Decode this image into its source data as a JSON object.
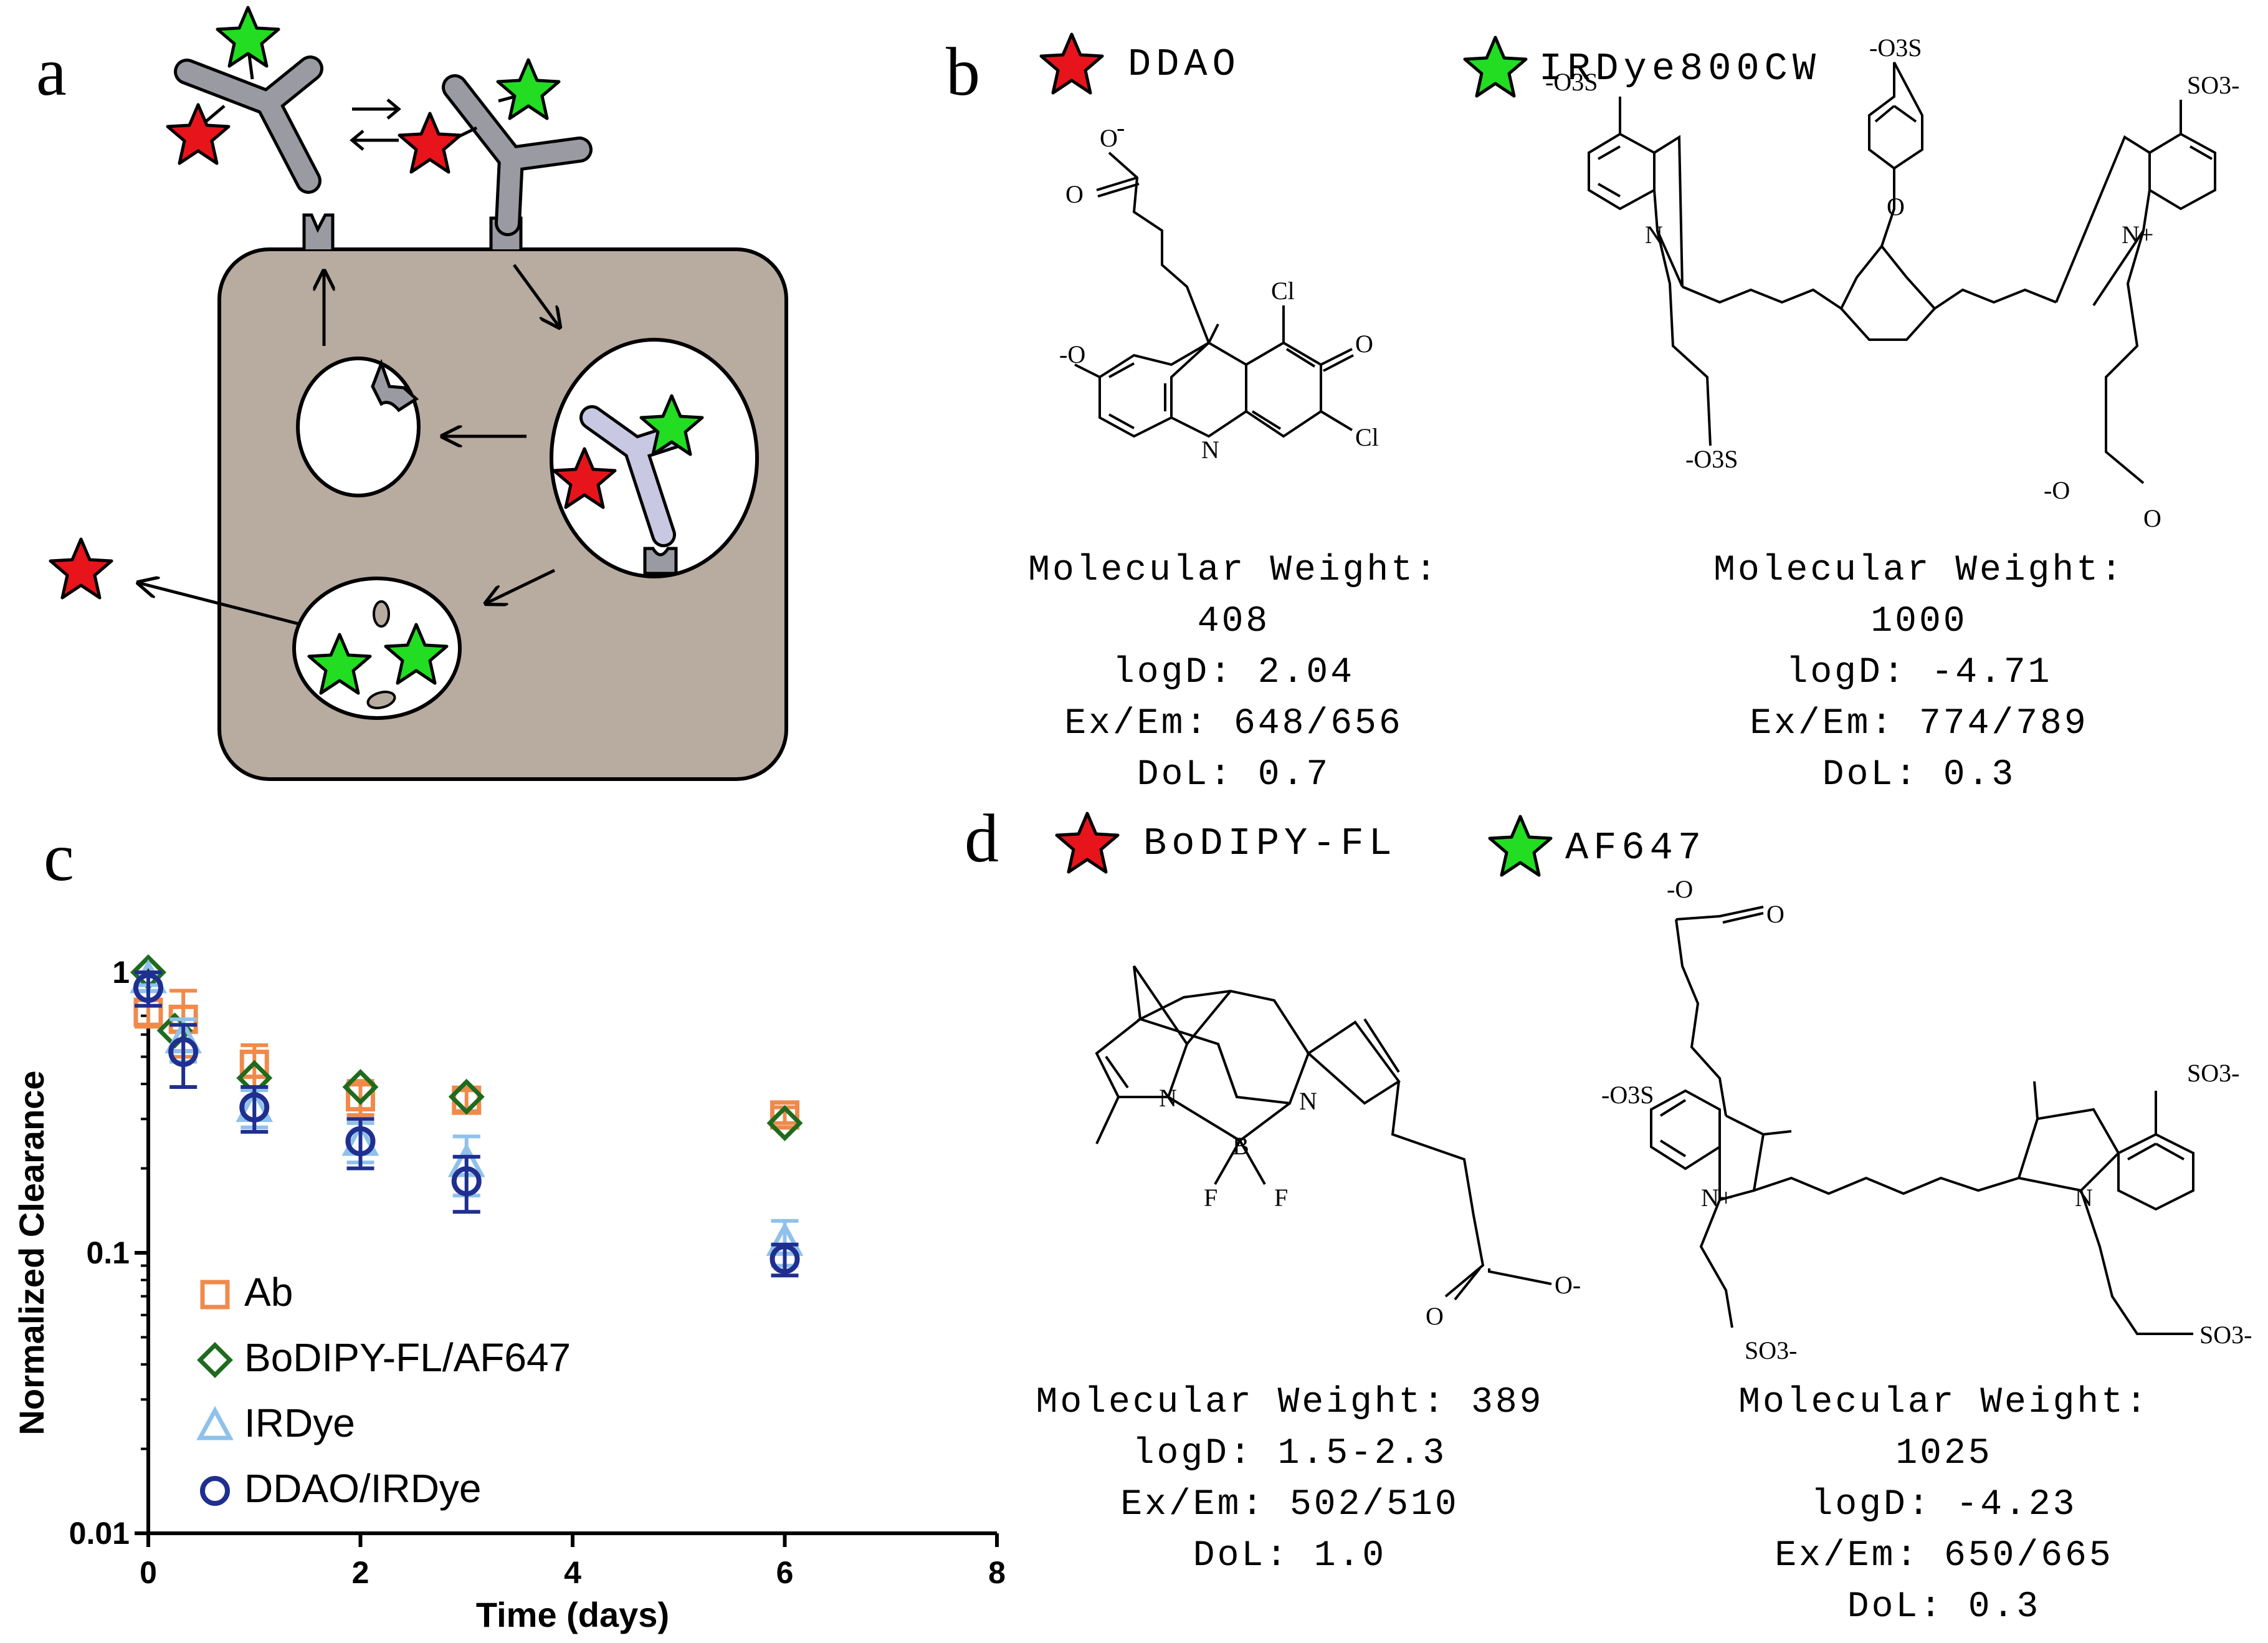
{
  "panels": {
    "a": {
      "letter": "a"
    },
    "b": {
      "letter": "b",
      "red_dye": "DDAO",
      "green_dye": "IRDye800CW",
      "left_props": [
        "Molecular Weight: 408",
        "logD: 2.04",
        "Ex/Em: 648/656",
        "DoL: 0.7"
      ],
      "right_props": [
        "Molecular Weight: 1000",
        "logD: -4.71",
        "Ex/Em: 774/789",
        "DoL: 0.3"
      ]
    },
    "c": {
      "letter": "c"
    },
    "d": {
      "letter": "d",
      "red_dye": "BoDIPY-FL",
      "green_dye": "AF647",
      "left_props": [
        "Molecular Weight: 389",
        "logD: 1.5-2.3",
        "Ex/Em: 502/510",
        "DoL: 1.0"
      ],
      "right_props": [
        "Molecular Weight: 1025",
        "logD: -4.23",
        "Ex/Em: 650/665",
        "DoL: 0.3"
      ]
    }
  },
  "atoms": {
    "ddao": [
      "O",
      "-",
      "O",
      "-O",
      "Cl",
      "O",
      "Cl",
      "N"
    ],
    "irdye": [
      "-O3S",
      "SO3-",
      "-O3S",
      "N",
      "N+",
      "O",
      "-O3S",
      "-O",
      "O"
    ],
    "bodipy": [
      "N",
      "N",
      "B",
      "F",
      "F",
      "O",
      "O-"
    ],
    "af647": [
      "-O",
      "O",
      "-O3S",
      "SO3-",
      "N+",
      "N",
      "SO3-",
      "SO3-"
    ]
  },
  "colors": {
    "red_star": "#e8141b",
    "green_star": "#22dd22",
    "cell": "#b8aba0",
    "antibody": "#9a9aa2",
    "antibody_internal": "#c8c8e2",
    "ab_series": "#f08a4b",
    "bodipy_series": "#1e6b1e",
    "irdye_series": "#8fc1ea",
    "ddao_series": "#1f2f8f"
  },
  "chart_data": {
    "type": "scatter",
    "xlabel": "Time (days)",
    "ylabel": "Normalized Clearance",
    "xlim": [
      0,
      8
    ],
    "ylim": [
      0.01,
      1
    ],
    "yscale": "log",
    "x_ticks": [
      "0",
      "2",
      "4",
      "6",
      "8"
    ],
    "y_ticks": [
      "1",
      "0.1",
      "0.01"
    ],
    "legend_position": "lower-left",
    "series": [
      {
        "name": "Ab",
        "marker": "square",
        "x": [
          0,
          0.33,
          1,
          2,
          3,
          6
        ],
        "y": [
          0.72,
          0.68,
          0.47,
          0.36,
          0.35,
          0.31
        ],
        "err": [
          0.08,
          0.18,
          0.08,
          0.05,
          0.03,
          0.02
        ]
      },
      {
        "name": "BoDIPY-FL/AF647",
        "marker": "diamond",
        "x": [
          0,
          0.25,
          1,
          2,
          3,
          6
        ],
        "y": [
          1.0,
          0.62,
          0.42,
          0.39,
          0.36,
          0.29
        ],
        "err": [
          0,
          0,
          0,
          0,
          0,
          0
        ]
      },
      {
        "name": "IRDye",
        "marker": "triangle",
        "x": [
          0,
          0.33,
          1,
          2,
          3,
          6
        ],
        "y": [
          0.95,
          0.58,
          0.33,
          0.25,
          0.21,
          0.11
        ],
        "err": [
          0.05,
          0.1,
          0.05,
          0.04,
          0.05,
          0.02
        ]
      },
      {
        "name": "DDAO/IRDye",
        "marker": "circle",
        "x": [
          0,
          0.33,
          1,
          2,
          3,
          6
        ],
        "y": [
          0.88,
          0.52,
          0.33,
          0.25,
          0.18,
          0.095
        ],
        "err": [
          0.12,
          0.13,
          0.06,
          0.05,
          0.04,
          0.012
        ]
      }
    ]
  }
}
